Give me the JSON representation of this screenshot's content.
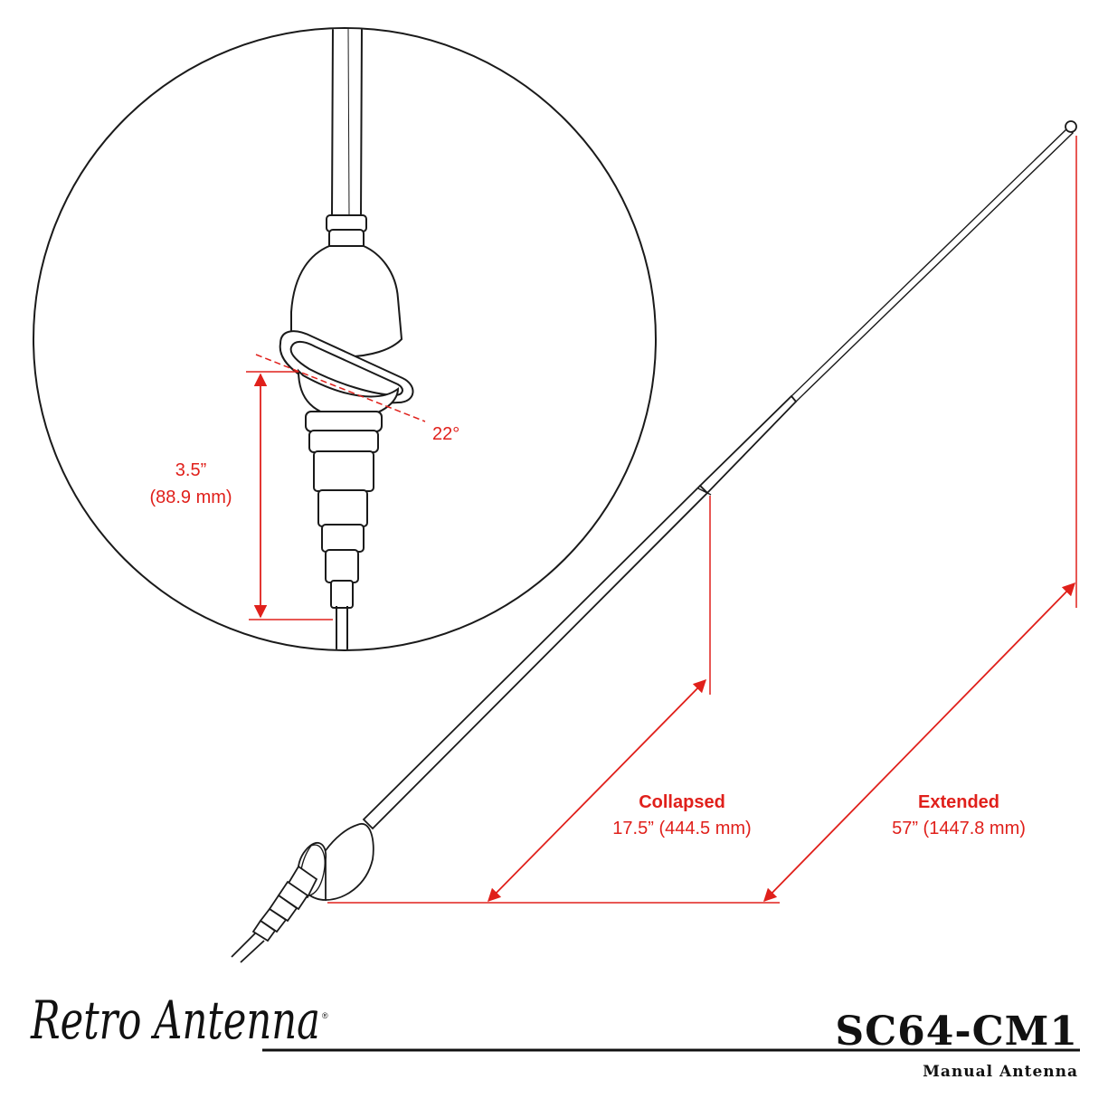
{
  "colors": {
    "dimension": "#e0201b",
    "outline": "#1a1a1a",
    "background": "#ffffff"
  },
  "detail": {
    "angle_label": "22°",
    "height_label_in": "3.5”",
    "height_label_mm": "(88.9 mm)"
  },
  "dimensions": {
    "collapsed": {
      "title": "Collapsed",
      "value": "17.5” (444.5 mm)"
    },
    "extended": {
      "title": "Extended",
      "value": "57” (1447.8 mm)"
    }
  },
  "brand": {
    "logo_text": "Retro Antenna",
    "registered": "®"
  },
  "product": {
    "model": "SC64-CM1",
    "subtitle": "Manual Antenna"
  }
}
